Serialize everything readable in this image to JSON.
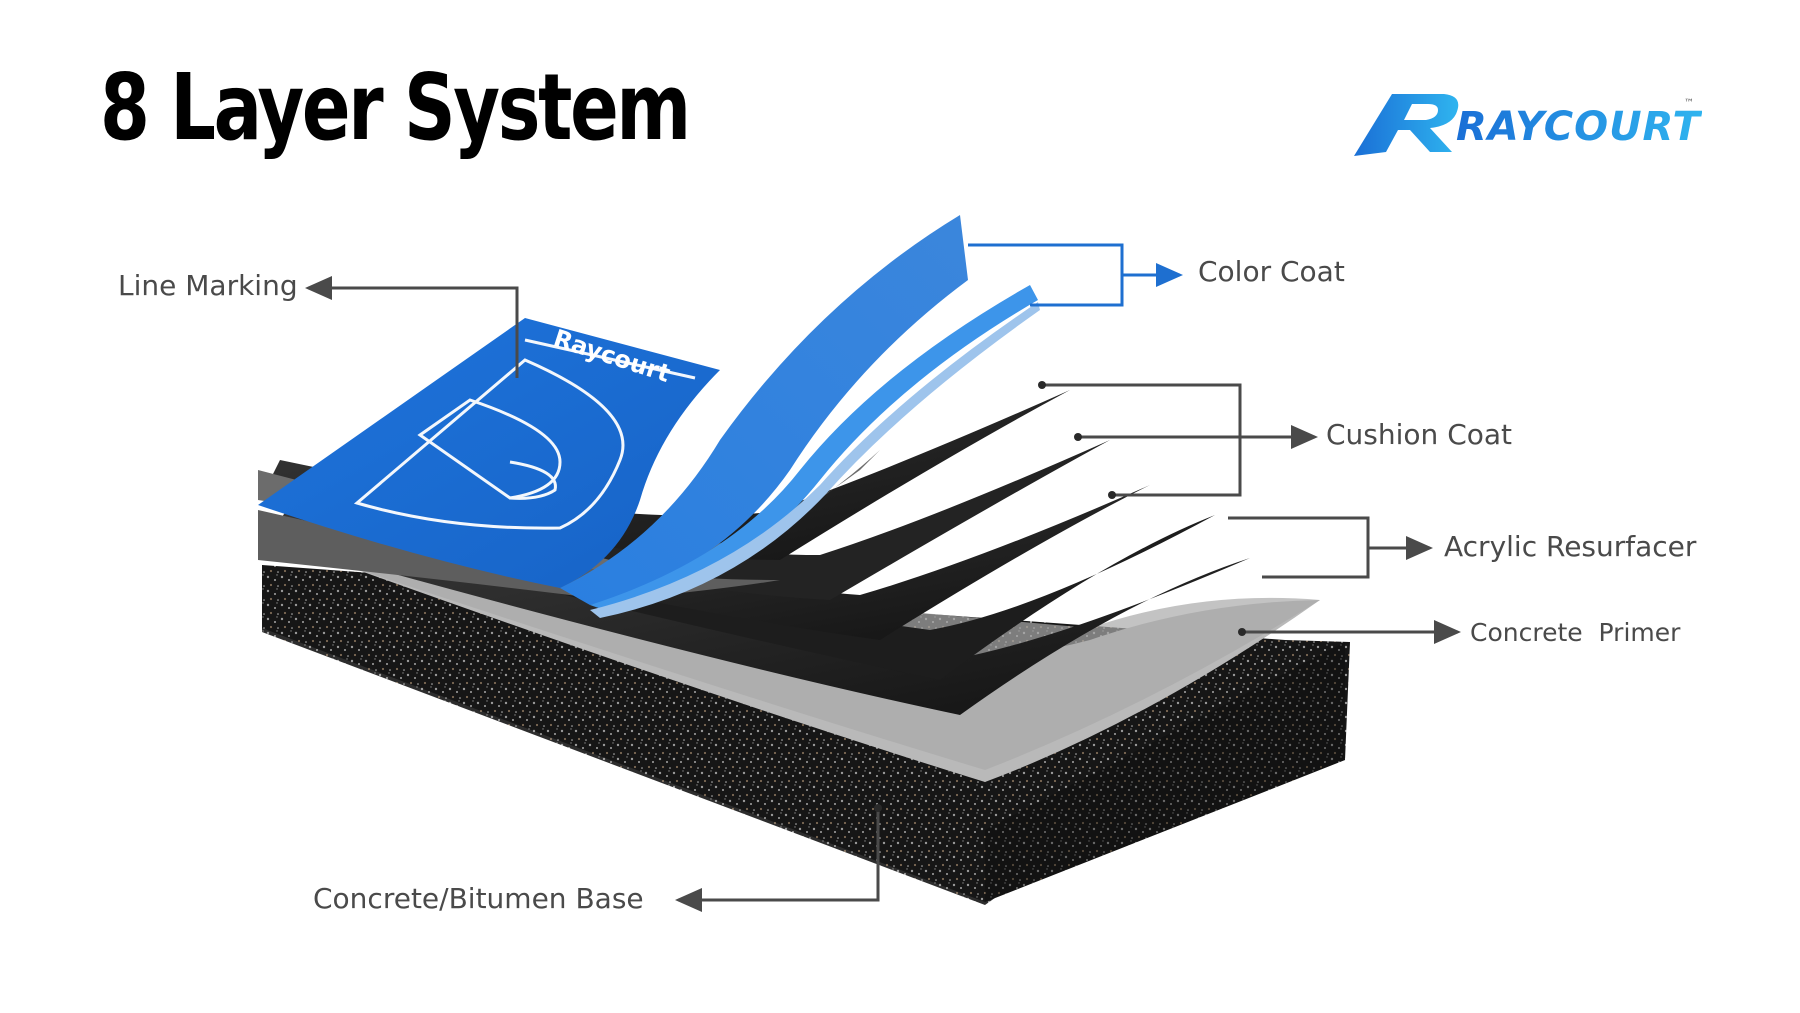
{
  "header": {
    "title": "8 Layer System"
  },
  "logo": {
    "text": "RAYCOURT",
    "trademark": "™"
  },
  "court": {
    "brand_text": "Raycourt"
  },
  "colors": {
    "brand_blue": "#1e72d8",
    "logo_blue": "#2aa0e6",
    "label_gray": "#4a4a4a",
    "line_gray": "#4a4a4a",
    "bracket_blue": "#1e6fd0"
  },
  "labels": {
    "line_marking": "Line Marking",
    "color_coat": "Color Coat",
    "cushion_coat": "Cushion Coat",
    "acrylic_resurfacer": "Acrylic Resurfacer",
    "concrete_primer": "Concrete  Primer",
    "base": "Concrete/Bitumen Base"
  }
}
